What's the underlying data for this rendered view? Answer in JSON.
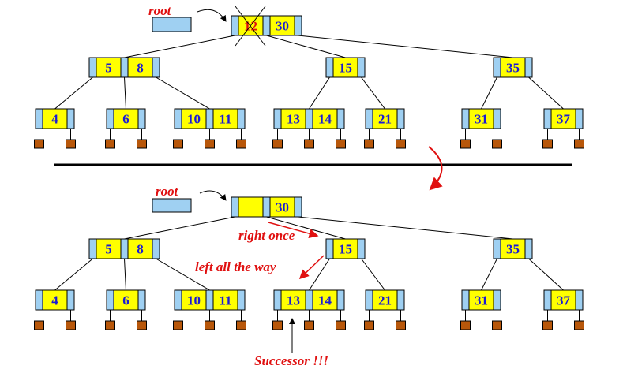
{
  "labels": {
    "root_top": "root",
    "root_bottom": "root",
    "right_once": "right once",
    "left_all_the_way": "left all the way",
    "successor": "Successor !!!"
  },
  "top_tree": {
    "root_keys": [
      "12",
      "30"
    ],
    "level1": [
      [
        "5",
        "8"
      ],
      [
        "15"
      ],
      [
        "35"
      ]
    ],
    "level2": [
      [
        "4"
      ],
      [
        "6"
      ],
      [
        "10",
        "11"
      ],
      [
        "13",
        "14"
      ],
      [
        "21"
      ],
      [
        "31"
      ],
      [
        "37"
      ]
    ]
  },
  "bottom_tree": {
    "root_keys": [
      "",
      "30"
    ],
    "level1": [
      [
        "5",
        "8"
      ],
      [
        "15"
      ],
      [
        "35"
      ]
    ],
    "level2": [
      [
        "4"
      ],
      [
        "6"
      ],
      [
        "10",
        "11"
      ],
      [
        "13",
        "14"
      ],
      [
        "21"
      ],
      [
        "31"
      ],
      [
        "37"
      ]
    ]
  },
  "colors": {
    "pointer_slot": "#9fd0f2",
    "key_slot": "#ffff00",
    "key_text": "#1a1ad6",
    "annotation": "#e01010",
    "leaf": "#b8570a"
  }
}
